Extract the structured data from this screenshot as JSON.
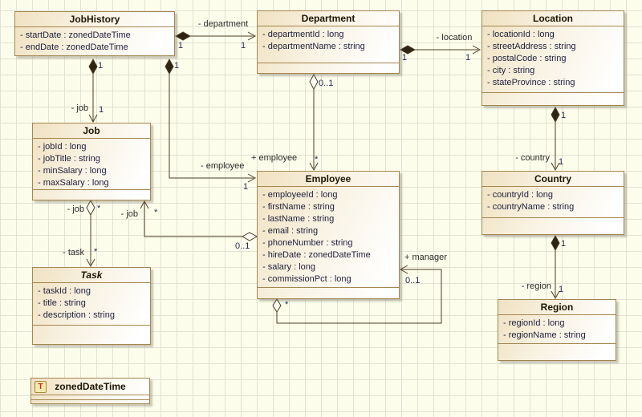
{
  "diagram": {
    "classes": [
      {
        "name": "JobHistory",
        "attributes": [
          "- startDate : zonedDateTime",
          "- endDate : zonedDateTime"
        ]
      },
      {
        "name": "Department",
        "attributes": [
          "- departmentId : long",
          "- departmentName : string"
        ]
      },
      {
        "name": "Location",
        "attributes": [
          "- locationId : long",
          "- streetAddress : string",
          "- postalCode : string",
          "- city : string",
          "- stateProvince : string"
        ]
      },
      {
        "name": "Job",
        "attributes": [
          "- jobId : long",
          "- jobTitle : string",
          "- minSalary : long",
          "- maxSalary : long"
        ]
      },
      {
        "name": "Employee",
        "attributes": [
          "- employeeId : long",
          "- firstName : string",
          "- lastName : string",
          "- email : string",
          "- phoneNumber : string",
          "- hireDate : zonedDateTime",
          "- salary : long",
          "- commissionPct : long"
        ]
      },
      {
        "name": "Country",
        "attributes": [
          "- countryId : long",
          "- countryName : string"
        ]
      },
      {
        "name": "Task",
        "attributes": [
          "- taskId : long",
          "- title : string",
          "- description : string"
        ]
      },
      {
        "name": "Region",
        "attributes": [
          "- regionId : long",
          "- regionName : string"
        ]
      }
    ],
    "datatype": {
      "icon_letter": "T",
      "name": "zonedDateTime"
    },
    "assoc": {
      "jh_dept": {
        "role": "- department",
        "src": "1",
        "tgt": "1"
      },
      "dept_loc": {
        "role": "- location",
        "src": "1",
        "tgt": "1"
      },
      "jh_job": {
        "role": "- job",
        "src": "1",
        "tgt": "1"
      },
      "jh_emp": {
        "role": "- employee",
        "src": "1",
        "tgt": "1"
      },
      "dept_emp": {
        "role": "+ employee",
        "src": "0..1",
        "tgt": "*"
      },
      "loc_country": {
        "role": "- country",
        "src": "1",
        "tgt": "1"
      },
      "country_region": {
        "role": "- region",
        "src": "1",
        "tgt": "1"
      },
      "job_task": {
        "src_role": "- job",
        "src": "*",
        "tgt_role": "- task",
        "tgt": "*"
      },
      "emp_job": {
        "role": "- job",
        "src": "0..1",
        "tgt": "*"
      },
      "emp_manager": {
        "role": "+ manager",
        "src": "*",
        "tgt": "0..1"
      }
    },
    "colors": {
      "canvas_bg": "#fdfdeb",
      "grid_line": "#e2e2d6",
      "box_border": "#a6854f",
      "box_fill_start": "#f0e1c1",
      "box_fill_end": "#ffffff",
      "wire": "#4d3d24",
      "diamond_fill": "#2e2416",
      "attr_text": "#1f1f3d",
      "datatype_icon_letter": "#d42a1e",
      "datatype_icon_bg": "#f7e8ae"
    }
  }
}
